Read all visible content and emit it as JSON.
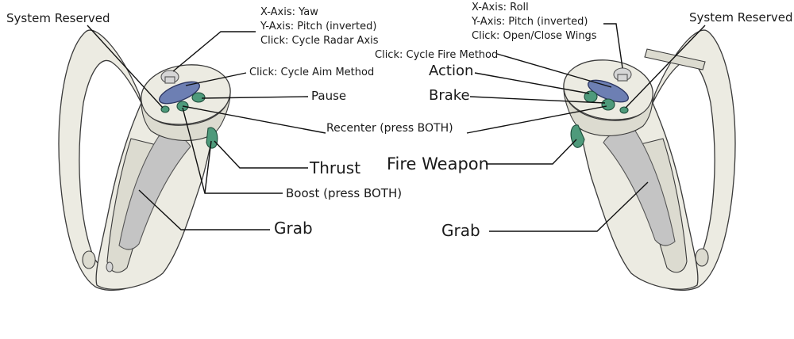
{
  "labels": {
    "left_system_reserved": "System Reserved",
    "left_stick_x": "X-Axis: Yaw",
    "left_stick_y": "Y-Axis: Pitch (inverted)",
    "left_stick_click": "Click: Cycle Radar Axis",
    "left_trackpad_click": "Click: Cycle Aim Method",
    "pause": "Pause",
    "thrust": "Thrust",
    "boost": "Boost (press BOTH)",
    "left_grab": "Grab",
    "recenter": "Recenter (press BOTH)",
    "right_stick_x": "X-Axis: Roll",
    "right_stick_y": "Y-Axis: Pitch (inverted)",
    "right_stick_click": "Click: Open/Close Wings",
    "right_system_reserved": "System Reserved",
    "right_trackpad_click": "Click: Cycle Fire Method",
    "action": "Action",
    "brake": "Brake",
    "fire_weapon": "Fire Weapon",
    "right_grab": "Grab"
  },
  "colors": {
    "controller_body": "#ecebe2",
    "grip": "#c4c4c4",
    "trackpad": "#6d7fb3",
    "buttons": "#4e9a7b"
  }
}
